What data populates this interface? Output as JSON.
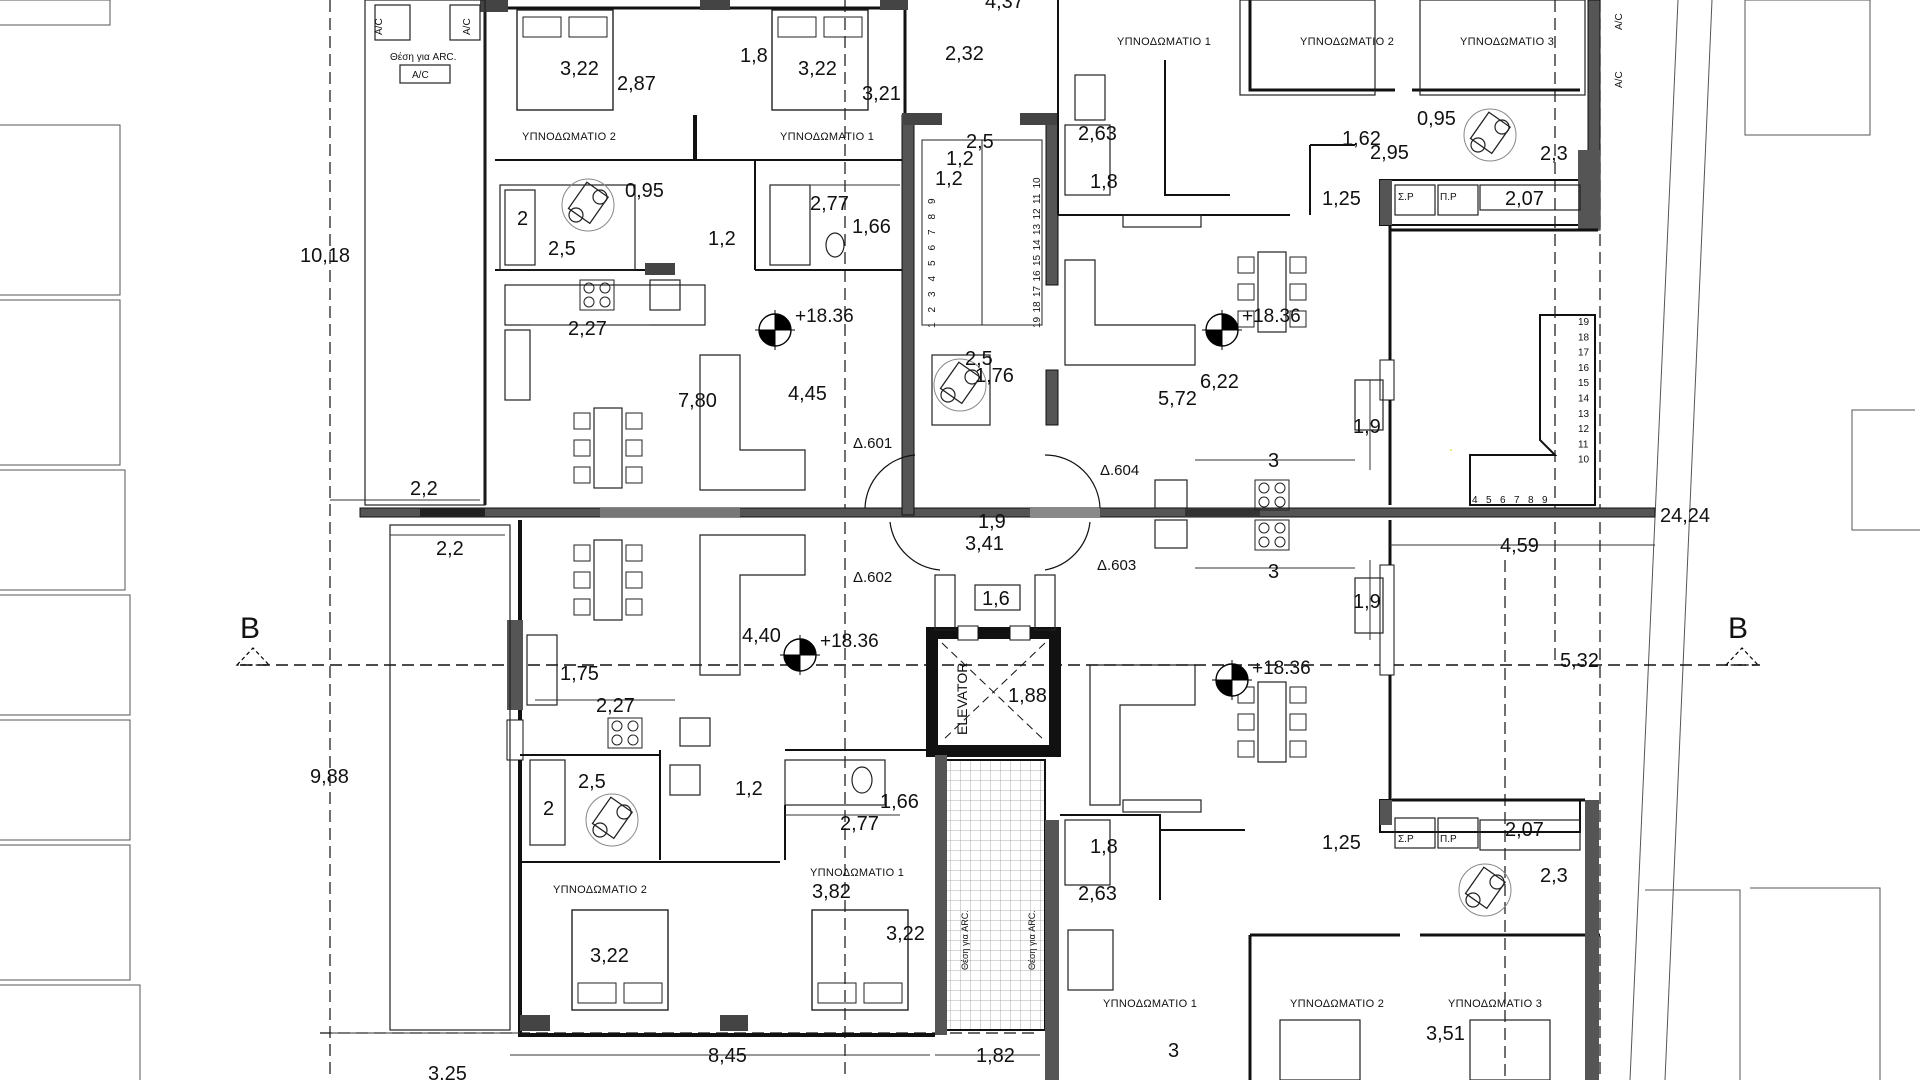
{
  "section_marker": "B",
  "elevator_label": "ELEVATOR",
  "levels": {
    "nw": "+18.36",
    "ne": "+18.36",
    "sw": "+18.36",
    "se": "+18.36"
  },
  "apartments": {
    "a601": "Δ.601",
    "a602": "Δ.602",
    "a603": "Δ.603",
    "a604": "Δ.604"
  },
  "rooms": {
    "bedroom_1": "ΥΠΝΟΔΩΜΑΤΙΟ 1",
    "bedroom_2": "ΥΠΝΟΔΩΜΑΤΙΟ 2",
    "bedroom_3": "ΥΠΝΟΔΩΜΑΤΙΟ 3"
  },
  "labels": {
    "ac": "A/C",
    "arc_position": "Θέση για ARC.",
    "arc_position_vertical": "Θέση για ARC.",
    "storage": "Σ.Ρ",
    "pr": "Π.Ρ"
  },
  "stair_steps_top": [
    "1",
    "2",
    "3",
    "4",
    "5",
    "6",
    "7",
    "8",
    "9",
    "10",
    "11",
    "12",
    "13",
    "14",
    "15",
    "16",
    "17",
    "18",
    "19"
  ],
  "stair_steps_right": [
    "19",
    "18",
    "17",
    "16",
    "15",
    "14",
    "13",
    "12",
    "11",
    "10"
  ],
  "stair_steps_bottom": [
    "4",
    "5",
    "6",
    "7",
    "8",
    "9"
  ],
  "dimensions": {
    "d_437": "4,37",
    "d_322_a": "3,22",
    "d_287": "2,87",
    "d_18_a": "1,8",
    "d_322_b": "3,22",
    "d_321": "3,21",
    "d_232": "2,32",
    "d_1018": "10,18",
    "d_095_a": "0,95",
    "d_2_a": "2",
    "d_25_a": "2,5",
    "d_12_a": "1,2",
    "d_277_a": "2,77",
    "d_166_a": "1,66",
    "d_227_a": "2,27",
    "d_780": "7,80",
    "d_445": "4,45",
    "d_22_a": "2,2",
    "d_25_b": "2,5",
    "d_12_b": "1,2",
    "d_12_c": "1,2",
    "d_25_c": "2,5",
    "d_176": "1,76",
    "d_19_a": "1,9",
    "d_341": "3,41",
    "d_263_a": "2,63",
    "d_18_b": "1,8",
    "d_162": "1,62",
    "d_095_b": "0,95",
    "d_295": "2,95",
    "d_23_a": "2,3",
    "d_125_a": "1,25",
    "d_207_a": "2,07",
    "d_622": "6,22",
    "d_572": "5,72",
    "d_19_b": "1,9",
    "d_3_a": "3",
    "d_2424": "24,24",
    "d_22_b": "2,2",
    "d_16": "1,6",
    "d_440": "4,40",
    "d_175": "1,75",
    "d_227_b": "2,27",
    "d_988": "9,88",
    "d_25_d": "2,5",
    "d_2_b": "2",
    "d_12_d": "1,2",
    "d_166_b": "1,66",
    "d_277_b": "2,77",
    "d_188": "1,88",
    "d_382": "3,82",
    "d_322_c": "3,22",
    "d_322_d": "3,22",
    "d_845": "8,45",
    "d_182": "1,82",
    "d_325": "3,25",
    "d_3_b": "3",
    "d_19_c": "1,9",
    "d_459": "4,59",
    "d_532": "5,32",
    "d_18_c": "1,8",
    "d_263_b": "2,63",
    "d_125_b": "1,25",
    "d_207_b": "2,07",
    "d_23_b": "2,3",
    "d_3_c": "3",
    "d_351": "3,51"
  }
}
